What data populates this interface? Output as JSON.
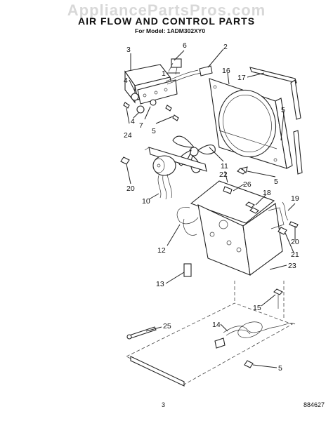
{
  "watermark": "AppliancePartsPros.com",
  "title": "AIR FLOW AND CONTROL PARTS",
  "subtitle": "For Model: 1ADM302XY0",
  "page_number": "3",
  "doc_code": "884627",
  "callouts": [
    {
      "id": "c3",
      "label": "3"
    },
    {
      "id": "c6",
      "label": "6"
    },
    {
      "id": "c2",
      "label": "2"
    },
    {
      "id": "c1",
      "label": "1"
    },
    {
      "id": "c16",
      "label": "16"
    },
    {
      "id": "c17",
      "label": "17"
    },
    {
      "id": "c4a",
      "label": "4"
    },
    {
      "id": "c4b",
      "label": "4"
    },
    {
      "id": "c7",
      "label": "7"
    },
    {
      "id": "c24",
      "label": "24"
    },
    {
      "id": "c5a",
      "label": "5"
    },
    {
      "id": "c5b",
      "label": "5"
    },
    {
      "id": "c11",
      "label": "11"
    },
    {
      "id": "c22",
      "label": "22"
    },
    {
      "id": "c5c",
      "label": "5"
    },
    {
      "id": "c26",
      "label": "26"
    },
    {
      "id": "c20a",
      "label": "20"
    },
    {
      "id": "c10",
      "label": "10"
    },
    {
      "id": "c18",
      "label": "18"
    },
    {
      "id": "c19",
      "label": "19"
    },
    {
      "id": "c20b",
      "label": "20"
    },
    {
      "id": "c12",
      "label": "12"
    },
    {
      "id": "c21",
      "label": "21"
    },
    {
      "id": "c23",
      "label": "23"
    },
    {
      "id": "c13",
      "label": "13"
    },
    {
      "id": "c15",
      "label": "15"
    },
    {
      "id": "c25",
      "label": "25"
    },
    {
      "id": "c14",
      "label": "14"
    },
    {
      "id": "c5d",
      "label": "5"
    }
  ]
}
